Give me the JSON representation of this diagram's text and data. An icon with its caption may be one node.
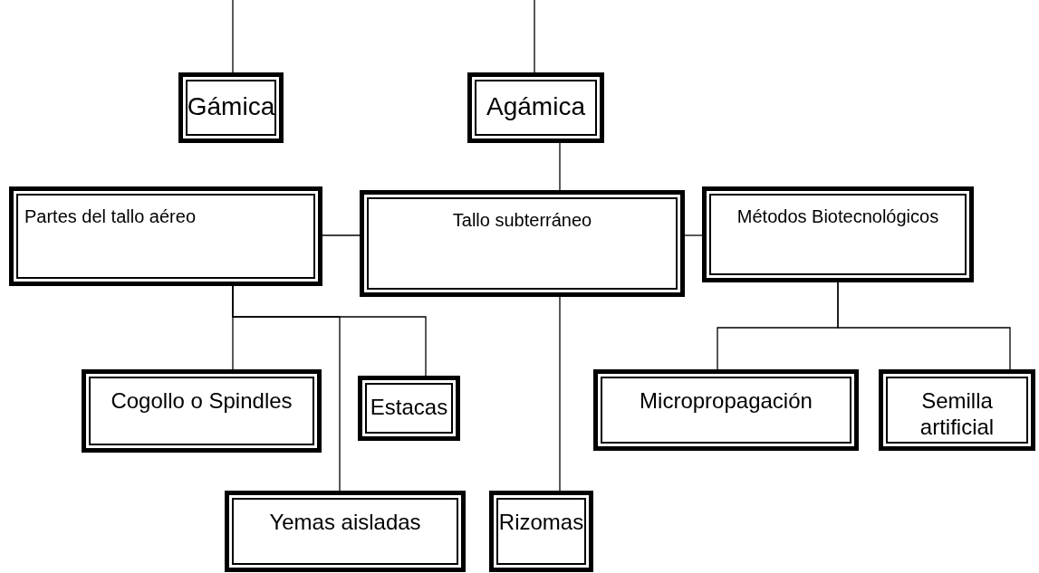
{
  "diagram": {
    "nodes": [
      {
        "text": [
          "Gámica"
        ]
      },
      {
        "text": [
          "Agámica"
        ]
      },
      {
        "text": [
          "Partes del tallo aéreo"
        ]
      },
      {
        "text": [
          "Tallo subterráneo"
        ]
      },
      {
        "text": [
          "Métodos Biotecnológicos"
        ]
      },
      {
        "text": [
          "Cogollo o Spindles"
        ]
      },
      {
        "text": [
          "Estacas"
        ]
      },
      {
        "text": [
          "Micropropagación"
        ]
      },
      {
        "text": [
          "Semilla artificial"
        ]
      },
      {
        "text": [
          "Yemas aisladas"
        ]
      },
      {
        "text": [
          "Rizomas"
        ]
      }
    ],
    "edges": [
      {
        "from": null,
        "to": 0,
        "arrow": "none"
      },
      {
        "from": null,
        "to": 1,
        "arrow": "none"
      },
      {
        "from": 1,
        "to": 3,
        "arrow": "none"
      },
      {
        "from": 2,
        "to": 3,
        "arrow": "none"
      },
      {
        "from": 3,
        "to": 4,
        "arrow": "none"
      },
      {
        "from": 2,
        "to": 5,
        "arrow": "none"
      },
      {
        "from": 2,
        "to": 6,
        "arrow": "none"
      },
      {
        "from": 2,
        "to": 9,
        "arrow": "none"
      },
      {
        "from": 3,
        "to": 10,
        "arrow": "none"
      },
      {
        "from": 4,
        "to": 7,
        "arrow": "none"
      },
      {
        "from": 4,
        "to": 8,
        "arrow": "none"
      }
    ]
  }
}
